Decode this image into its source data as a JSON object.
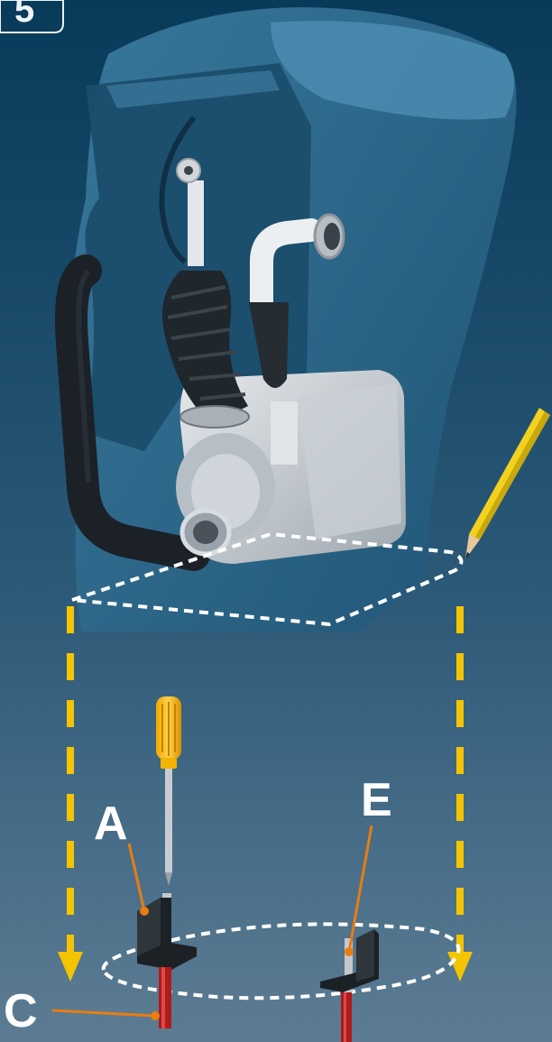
{
  "step": {
    "number": "5"
  },
  "labels": {
    "a": "A",
    "c": "C",
    "e": "E"
  },
  "colors": {
    "background_top": "#083c5c",
    "background_bottom": "#5b7a91",
    "guide_yellow": "#f5c400",
    "leader_orange": "#e87d12",
    "outline_white": "#ffffff"
  },
  "icons": [
    "toilet-icon",
    "pump-unit-icon",
    "pencil-icon",
    "screwdriver-icon",
    "bracket-icon",
    "screw-icon",
    "arrow-down-icon"
  ]
}
